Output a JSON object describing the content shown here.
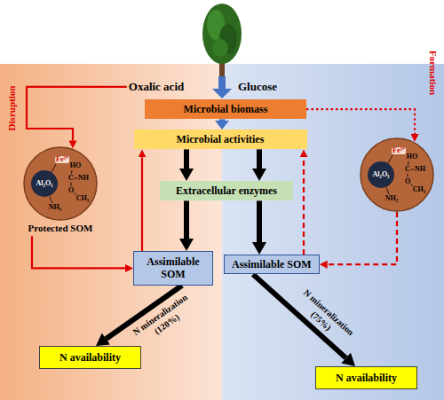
{
  "diagram": {
    "nodes": [
      {
        "text": [
          "Oxalic acid"
        ]
      },
      {
        "text": [
          "Microbial biomass"
        ]
      },
      {
        "text": [
          "Microbial activities"
        ]
      },
      {
        "text": [
          "Al₂O₃",
          "Fe³⁺",
          "HO",
          "C",
          "NH",
          "O",
          "CH₃",
          "NH₂",
          "Protected SOM"
        ]
      },
      {
        "text": [
          "Al₂O₃",
          "Fe³⁺",
          "HO",
          "C",
          "NH",
          "O",
          "CH₃",
          "NH₂"
        ]
      },
      {
        "text": [
          "Extracellular enzymes"
        ]
      },
      {
        "text": [
          "Assimilable SOM"
        ]
      },
      {
        "text": [
          "Assimilable SOM"
        ]
      },
      {
        "text": [
          "N availability"
        ]
      },
      {
        "text": [
          "N availability"
        ]
      }
    ],
    "edges": [
      {
        "from": 0,
        "to": 3,
        "arrow": "to",
        "label": "Disruption"
      },
      {
        "from": 1,
        "to": 2,
        "arrow": "to"
      },
      {
        "from": 1,
        "to": 4,
        "arrow": "to",
        "label": "Formation"
      },
      {
        "from": 2,
        "to": 5,
        "arrow": "to"
      },
      {
        "from": 2,
        "to": 5,
        "arrow": "to"
      },
      {
        "from": 5,
        "to": 6,
        "arrow": "to"
      },
      {
        "from": 5,
        "to": 7,
        "arrow": "to"
      },
      {
        "from": 6,
        "to": 2,
        "arrow": "to"
      },
      {
        "from": 7,
        "to": 2,
        "arrow": "to"
      },
      {
        "from": 4,
        "to": 7,
        "arrow": "to"
      },
      {
        "from": 3,
        "to": 6,
        "arrow": "to"
      },
      {
        "from": 6,
        "to": 8,
        "arrow": "to",
        "label": "N mineralization (120%)"
      },
      {
        "from": 7,
        "to": 9,
        "arrow": "to",
        "label": "N mineralization (75%)"
      }
    ],
    "labels": [
      "Glucose"
    ]
  }
}
